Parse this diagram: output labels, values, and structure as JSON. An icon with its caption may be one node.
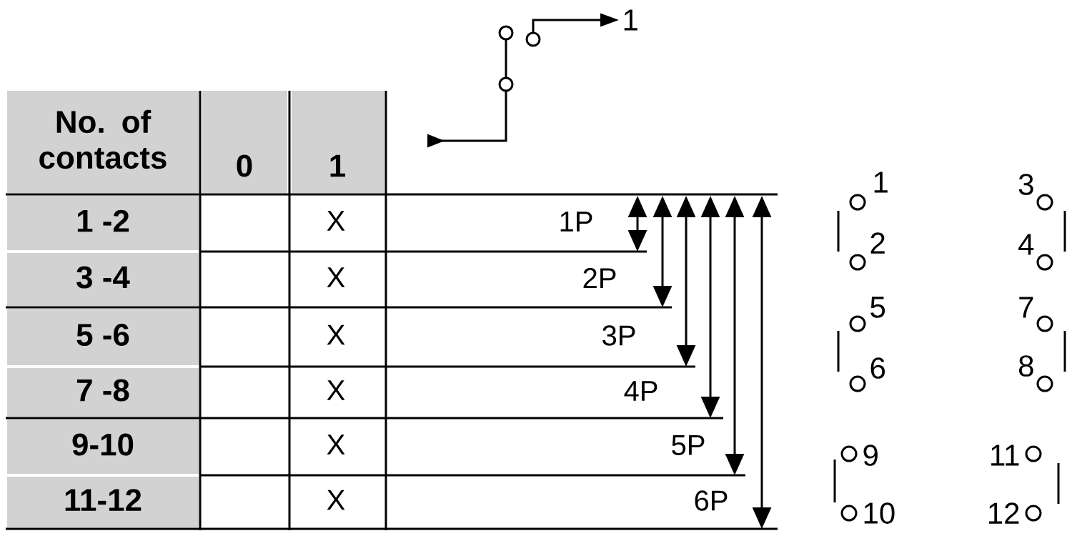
{
  "diagram": {
    "labels": [
      "1",
      "No. of contacts",
      "0",
      "1",
      "1 -2",
      "X",
      "3 -4",
      "X",
      "5 -6",
      "X",
      "7 -8",
      "X",
      "9-10",
      "X",
      "11-12",
      "X",
      "1P",
      "2P",
      "3P",
      "4P",
      "5P",
      "6P",
      "1",
      "3",
      "2",
      "4",
      "5",
      "7",
      "6",
      "8",
      "9",
      "11",
      "10",
      "12"
    ]
  }
}
